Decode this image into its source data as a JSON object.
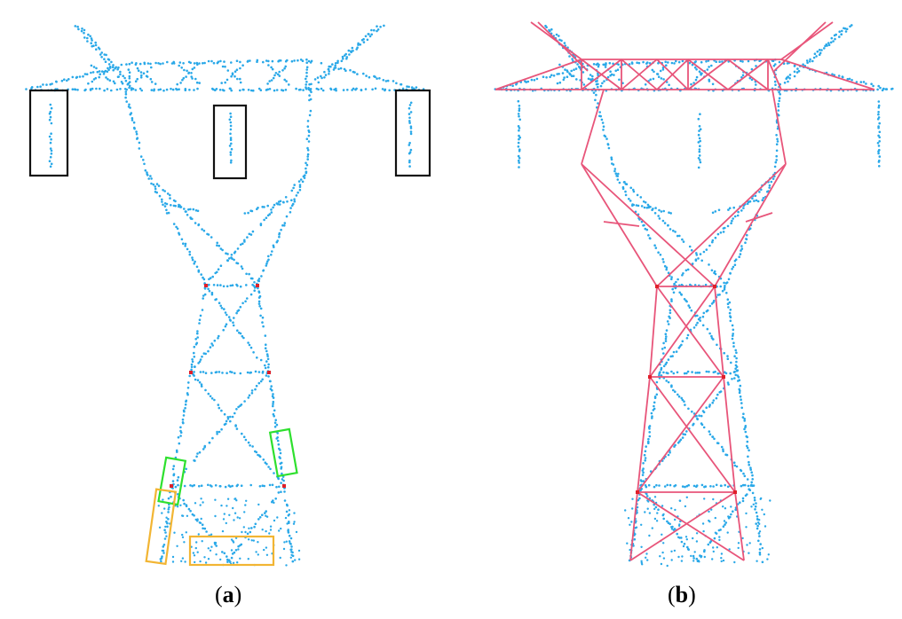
{
  "panels": [
    {
      "id": "a",
      "caption_open": "(",
      "caption_letter": "a",
      "caption_close": ")"
    },
    {
      "id": "b",
      "caption_open": "(",
      "caption_letter": "b",
      "caption_close": ")"
    }
  ],
  "colors": {
    "point_cloud": "#29a8e8",
    "wireframe": "#e8557a",
    "node": "#e0202a",
    "box_black": "#111111",
    "box_green": "#2ee02e",
    "box_orange": "#f2b533"
  }
}
